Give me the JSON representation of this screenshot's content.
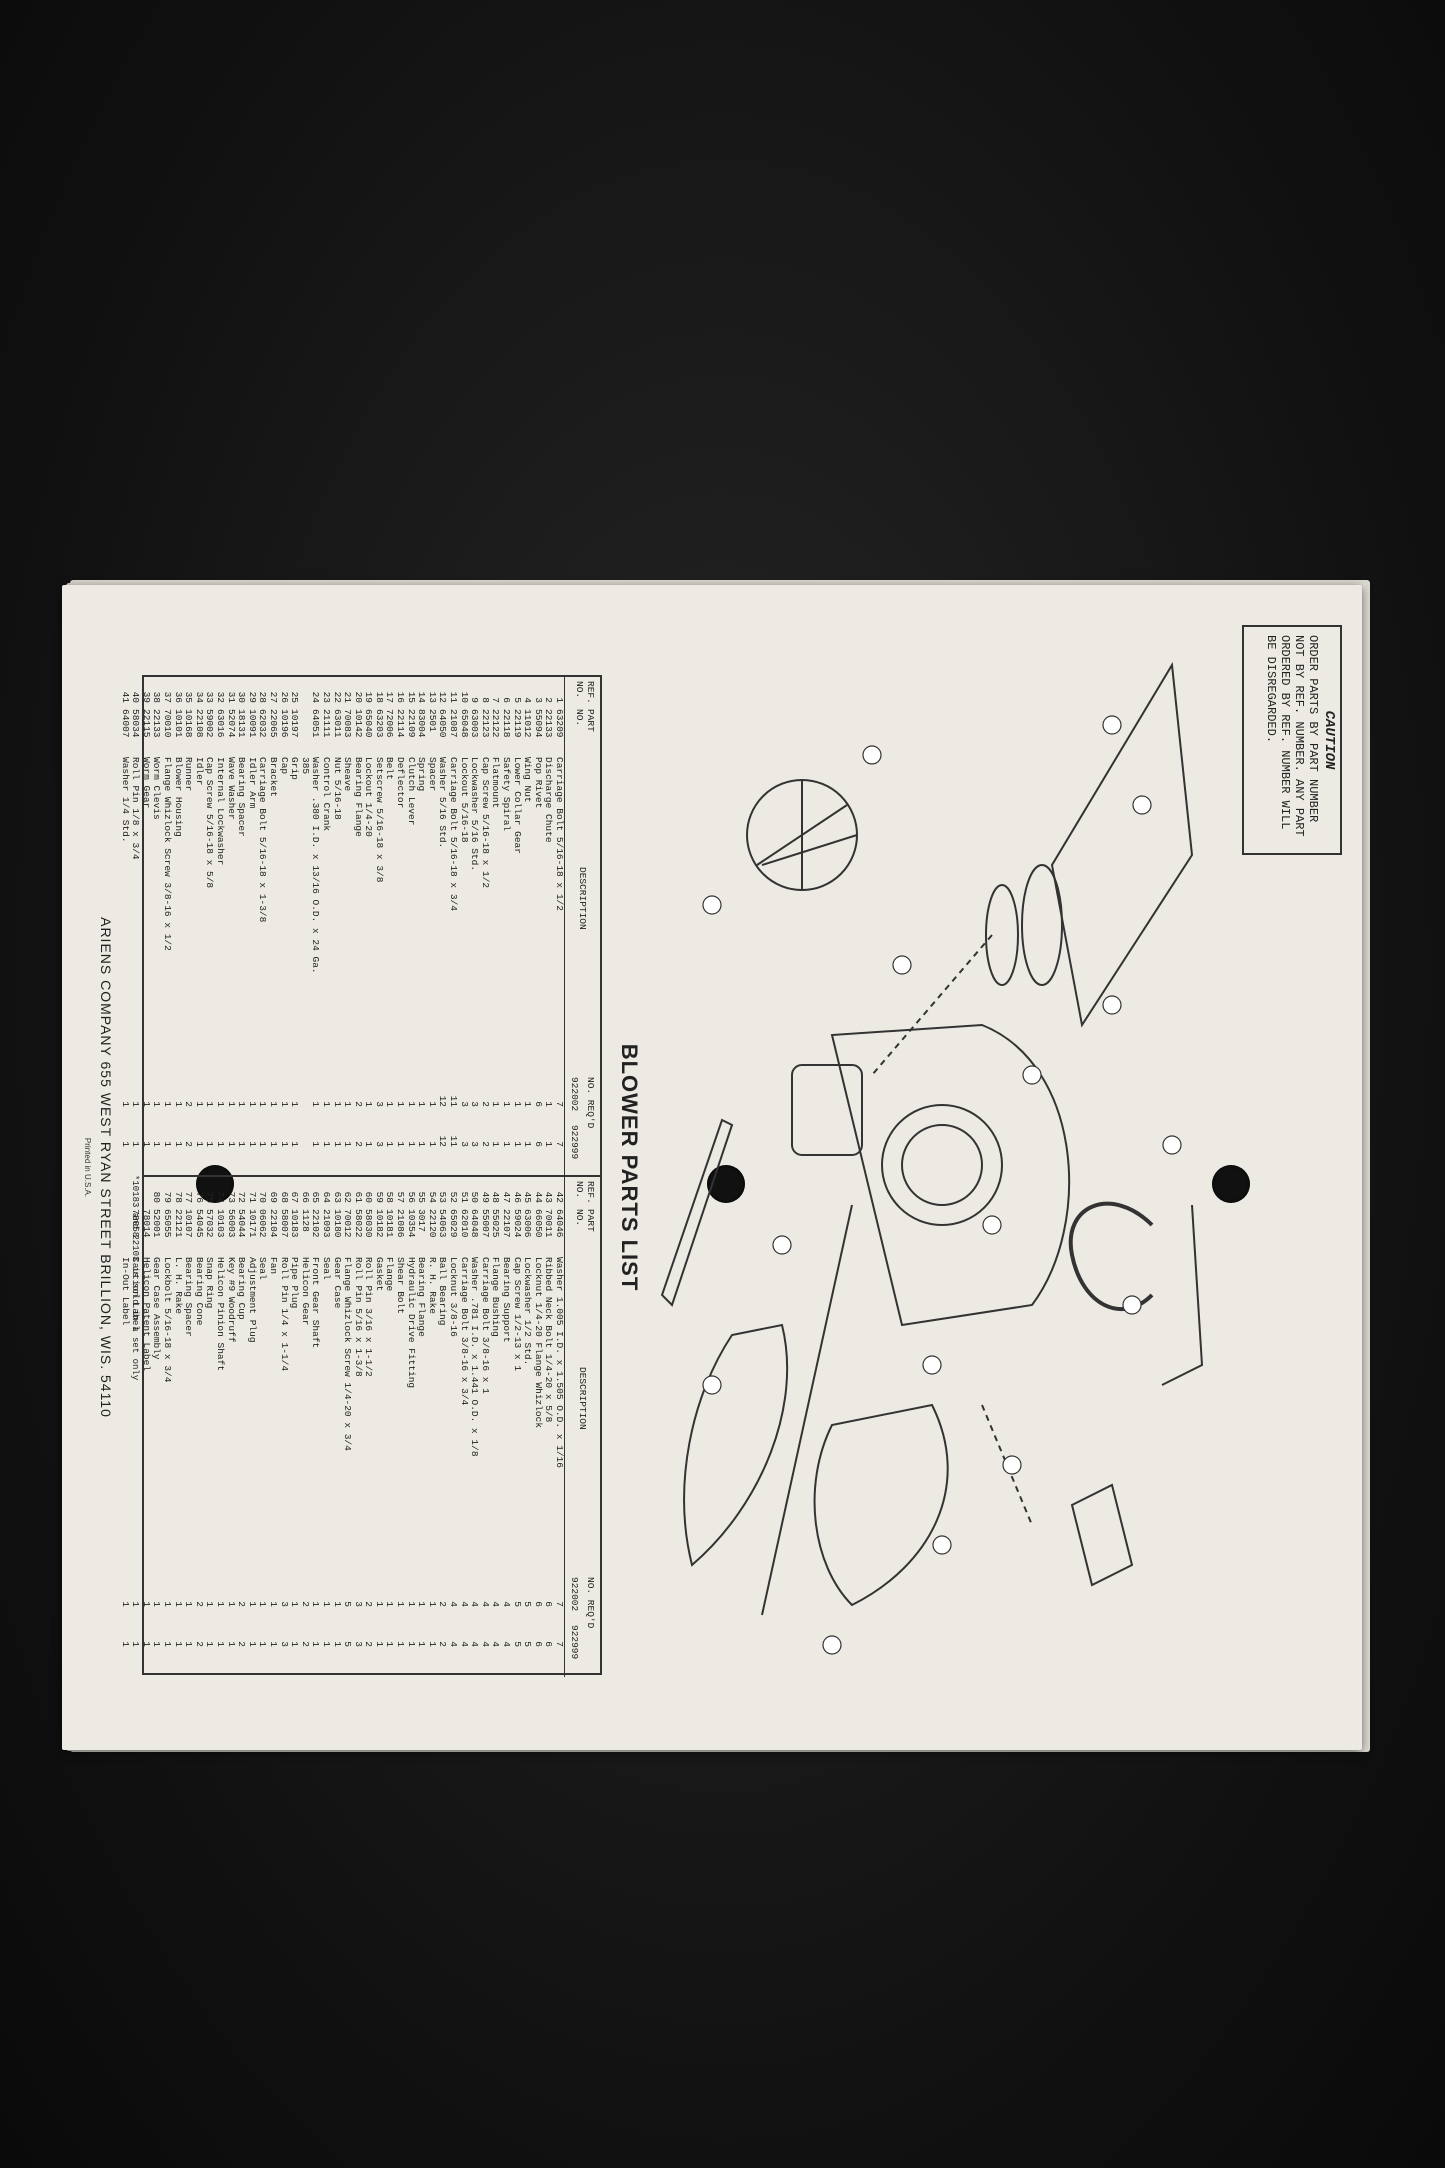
{
  "caution": {
    "heading": "CAUTION",
    "text": "ORDER PARTS BY PART NUMBER NOT BY REF. NUMBER. ANY PART ORDERED BY REF. NUMBER WILL BE DISREGARDED."
  },
  "title": "BLOWER PARTS LIST",
  "table": {
    "headers": {
      "ref": "REF. NO.",
      "part": "PART NO.",
      "desc": "DESCRIPTION",
      "req": "NO. REQ'D",
      "model1": "922002",
      "model2": "922999"
    },
    "left_rows": [
      [
        "1",
        "63209",
        "Carriage Bolt 5/16-18 x 1/2",
        "7",
        "7"
      ],
      [
        "2",
        "22133",
        "Discharge Chute",
        "1",
        "1"
      ],
      [
        "3",
        "55094",
        "Pop Rivet",
        "6",
        "6"
      ],
      [
        "4",
        "11012",
        "Wing Nut",
        "1",
        "1"
      ],
      [
        "5",
        "22119",
        "Lower Collar Gear",
        "1",
        "1"
      ],
      [
        "6",
        "22118",
        "Safety Spiral",
        "1",
        "1"
      ],
      [
        "7",
        "22122",
        "Flatmount",
        "1",
        "1"
      ],
      [
        "8",
        "22123",
        "Cap Screw 5/16-18 x 1/2",
        "2",
        "2"
      ],
      [
        "9",
        "63003",
        "Lockwasher 5/16 Std.",
        "3",
        "3"
      ],
      [
        "10",
        "65048",
        "Lockout 5/16-18",
        "3",
        "3"
      ],
      [
        "11",
        "21087",
        "Carriage Bolt 5/16-18 x 3/4",
        "11",
        "11"
      ],
      [
        "12",
        "64050",
        "Washer 5/16 Std.",
        "12",
        "12"
      ],
      [
        "13",
        "2501",
        "Spacer",
        "1",
        "1"
      ],
      [
        "14",
        "83004",
        "Spring",
        "1",
        "1"
      ],
      [
        "15",
        "22109",
        "Clutch Lever",
        "1",
        "1"
      ],
      [
        "16",
        "22114",
        "Deflector",
        "1",
        "1"
      ],
      [
        "17",
        "72006",
        "Belt",
        "1",
        "1"
      ],
      [
        "18",
        "63203",
        "Setscrew 5/16-18 x 3/8",
        "3",
        "3"
      ],
      [
        "19",
        "65040",
        "Lockout 1/4-20",
        "1",
        "1"
      ],
      [
        "20",
        "10142",
        "Bearing Flange",
        "2",
        "2"
      ],
      [
        "21",
        "70083",
        "Sheave",
        "1",
        "1"
      ],
      [
        "22",
        "63011",
        "Nut 5/16-18",
        "1",
        "1"
      ],
      [
        "23",
        "21111",
        "Control Crank",
        "1",
        "1"
      ],
      [
        "24",
        "64051",
        "Washer .380 I.D. x 13/16 O.D. x 24 Ga.",
        "1",
        "1"
      ],
      [
        "",
        "",
        "385",
        "",
        ""
      ],
      [
        "25",
        "10197",
        "Grip",
        "1",
        "1"
      ],
      [
        "26",
        "10196",
        "Cap",
        "1",
        "1"
      ],
      [
        "27",
        "22065",
        "Bracket",
        "1",
        "1"
      ],
      [
        "28",
        "62032",
        "Carriage Bolt 5/16-18 x 1-3/8",
        "1",
        "1"
      ],
      [
        "29",
        "10091",
        "Idler Arm",
        "1",
        "1"
      ],
      [
        "30",
        "18131",
        "Bearing Spacer",
        "1",
        "1"
      ],
      [
        "31",
        "52074",
        "Wave Washer",
        "1",
        "1"
      ],
      [
        "32",
        "63016",
        "Internal Lockwasher",
        "1",
        "1"
      ],
      [
        "33",
        "59002",
        "Cap Screw 5/16-18 x 5/8",
        "1",
        "1"
      ],
      [
        "34",
        "22108",
        "Idler",
        "1",
        "1"
      ],
      [
        "35",
        "10168",
        "Runner",
        "2",
        "2"
      ],
      [
        "36",
        "10101",
        "Blower Housing",
        "1",
        "1"
      ],
      [
        "37",
        "70010",
        "Flange Whizlock Screw 3/8-16 x 1/2",
        "1",
        "1"
      ],
      [
        "38",
        "22133",
        "Worm Clevis",
        "1",
        "1"
      ],
      [
        "39",
        "22115",
        "Worm Gear",
        "1",
        "1"
      ],
      [
        "40",
        "58034",
        "Roll Pin 1/8 x 3/4",
        "1",
        "1"
      ],
      [
        "41",
        "64007",
        "Washer 1/4 Std.",
        "1",
        "1"
      ]
    ],
    "right_rows": [
      [
        "42",
        "64046",
        "Washer 1.005 I.D. x 1.505 O.D. x 1/16",
        "7",
        "7"
      ],
      [
        "43",
        "70011",
        "Ribbed Neck Bolt 1/4-20 x 5/8",
        "6",
        "6"
      ],
      [
        "44",
        "66050",
        "Locknut 1/4-20 Flange Whizlock",
        "6",
        "6"
      ],
      [
        "45",
        "63006",
        "Lockwasher 1/2 Std.",
        "5",
        "5"
      ],
      [
        "46",
        "59024",
        "Cap Screw 1/2-13 x 1",
        "5",
        "5"
      ],
      [
        "47",
        "22107",
        "Bearing Support",
        "4",
        "4"
      ],
      [
        "48",
        "55025",
        "Flange Bushing",
        "4",
        "4"
      ],
      [
        "49",
        "55007",
        "Carriage Bolt 3/8-16 x 1",
        "4",
        "4"
      ],
      [
        "50",
        "64048",
        "Washer .781 I.D. x 1.441 O.D. x 1/8",
        "4",
        "4"
      ],
      [
        "51",
        "62010",
        "Carriage Bolt 3/8-16 x 3/4",
        "4",
        "4"
      ],
      [
        "52",
        "65029",
        "Locknut 3/8-16",
        "4",
        "4"
      ],
      [
        "53",
        "54063",
        "Ball Bearing",
        "2",
        "2"
      ],
      [
        "54",
        "22120",
        "R. H. Rake",
        "1",
        "1"
      ],
      [
        "55",
        "3017",
        "Bearing Flange",
        "1",
        "1"
      ],
      [
        "56",
        "10354",
        "Hydraulic Drive Fitting",
        "1",
        "1"
      ],
      [
        "57",
        "21086",
        "Shear Bolt",
        "1",
        "1"
      ],
      [
        "58",
        "10181",
        "Flange",
        "1",
        "1"
      ],
      [
        "59",
        "10182",
        "Gasket",
        "1",
        "1"
      ],
      [
        "60",
        "58030",
        "Roll Pin 3/16 x 1-1/2",
        "2",
        "2"
      ],
      [
        "61",
        "58022",
        "Roll Pin 5/16 x 1-3/8",
        "3",
        "3"
      ],
      [
        "62",
        "70012",
        "Flange Whizlock Screw 1/4-20 x 3/4",
        "5",
        "5"
      ],
      [
        "63",
        "10180",
        "Gear Case",
        "1",
        "1"
      ],
      [
        "64",
        "21093",
        "Seal",
        "1",
        "1"
      ],
      [
        "65",
        "22102",
        "Front Gear Shaft",
        "1",
        "1"
      ],
      [
        "66",
        "1128",
        "Helicon Gear",
        "2",
        "2"
      ],
      [
        "67",
        "10183",
        "Pipe Plug",
        "1",
        "1"
      ],
      [
        "68",
        "58007",
        "Roll Pin 1/4 x 1-1/4",
        "3",
        "3"
      ],
      [
        "69",
        "22104",
        "Fan",
        "1",
        "1"
      ],
      [
        "70",
        "06062",
        "Seal",
        "1",
        "1"
      ],
      [
        "71",
        "10171",
        "Adjustment Plug",
        "1",
        "1"
      ],
      [
        "72",
        "54044",
        "Bearing Cup",
        "2",
        "2"
      ],
      [
        "73",
        "56003",
        "Key #9 Woodruff",
        "1",
        "1"
      ],
      [
        "74",
        "10103",
        "Helicon Pinion Shaft",
        "1",
        "1"
      ],
      [
        "75",
        "57032",
        "Snap Ring",
        "1",
        "1"
      ],
      [
        "76",
        "54045",
        "Bearing Cone",
        "2",
        "2"
      ],
      [
        "77",
        "10107",
        "Bearing Spacer",
        "1",
        "1"
      ],
      [
        "78",
        "22121",
        "L. H. Rake",
        "1",
        "1"
      ],
      [
        "79",
        "65055",
        "Lockbolt 5/16-18 x 3/4",
        "1",
        "1"
      ],
      [
        "80",
        "52001",
        "Gear Case Assembly",
        "1",
        "1"
      ],
      [
        "",
        "78014",
        "Helicon Patent Label",
        "1",
        "1"
      ],
      [
        "",
        "78058",
        "Caution Label",
        "1",
        "1"
      ],
      [
        "",
        "",
        "In-Out Label",
        "1",
        "1"
      ]
    ]
  },
  "footnote": "*10183 and 22103 is sold in a set only",
  "footer": "ARIENS COMPANY   655 WEST RYAN STREET   BRILLION, WIS. 54110",
  "printed": "Printed in U.S.A."
}
